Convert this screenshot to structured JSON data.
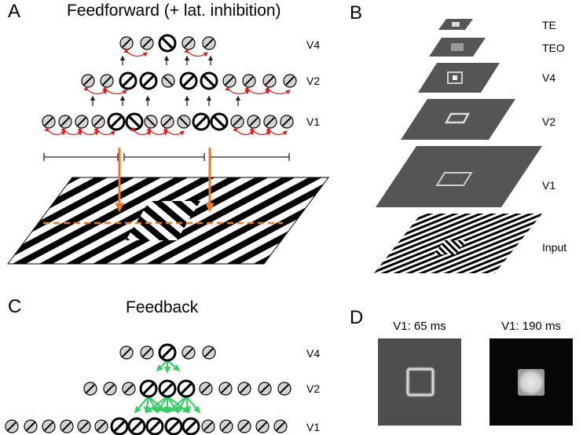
{
  "panel_a": {
    "letter": "A",
    "title": "Feedforward (+ lat. inhibition)",
    "layers": [
      "V4",
      "V2",
      "V1"
    ]
  },
  "panel_b": {
    "letter": "B",
    "layers": [
      "TE",
      "TEO",
      "V4",
      "V2",
      "V1",
      "Input"
    ]
  },
  "panel_c": {
    "letter": "C",
    "title": "Feedback",
    "layers": [
      "V4",
      "V2",
      "V1"
    ]
  },
  "panel_d": {
    "letter": "D",
    "images": [
      {
        "label": "V1: 65 ms"
      },
      {
        "label": "V1: 190 ms"
      }
    ]
  },
  "colors": {
    "lateral_inhibition": "#d42020",
    "feedforward_arrow": "#222222",
    "receptive_field_marker": "#e8782a",
    "feedback_arrow": "#3ccd6a",
    "neuron_fill": "#d4d4d4",
    "layer_plane": "#555555"
  }
}
